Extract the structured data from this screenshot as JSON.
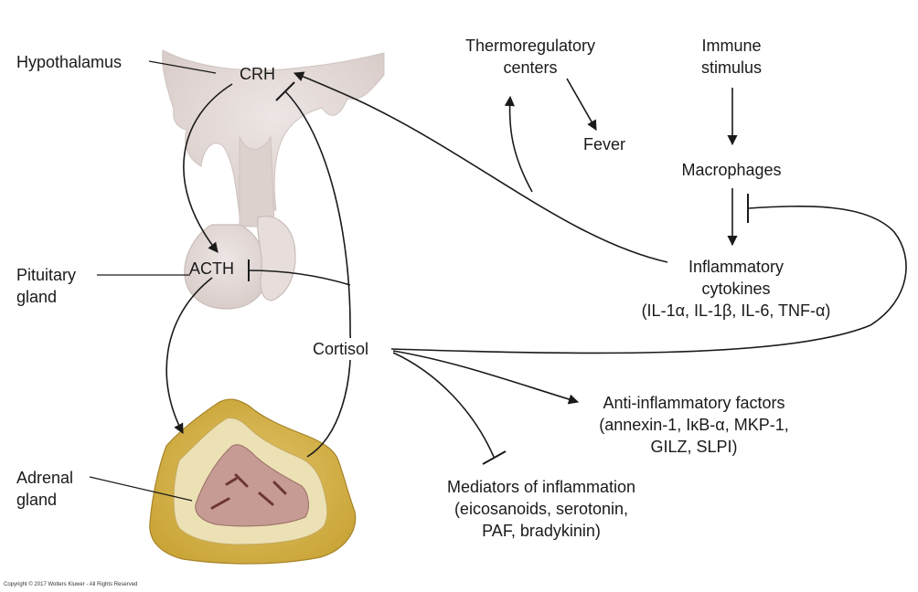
{
  "labels": {
    "hypothalamus": "Hypothalamus",
    "crh": "CRH",
    "pituitary_line1": "Pituitary",
    "pituitary_line2": "gland",
    "acth": "ACTH",
    "adrenal_line1": "Adrenal",
    "adrenal_line2": "gland",
    "cortisol": "Cortisol",
    "thermo_line1": "Thermoregulatory",
    "thermo_line2": "centers",
    "fever": "Fever",
    "immune_line1": "Immune",
    "immune_line2": "stimulus",
    "macrophages": "Macrophages",
    "cytokines_line1": "Inflammatory",
    "cytokines_line2": "cytokines",
    "cytokines_line3": "(IL-1α, IL-1β, IL-6, TNF-α)",
    "antiinf_line1": "Anti-inflammatory factors",
    "antiinf_line2": "(annexin-1, IκB-α, MKP-1,",
    "antiinf_line3": "GILZ, SLPI)",
    "mediators_line1": "Mediators of inflammation",
    "mediators_line2": "(eicosanoids, serotonin,",
    "mediators_line3": "PAF, bradykinin)"
  },
  "copyright": "Copyright © 2017 Wolters Kluwer - All Rights Reserved"
}
